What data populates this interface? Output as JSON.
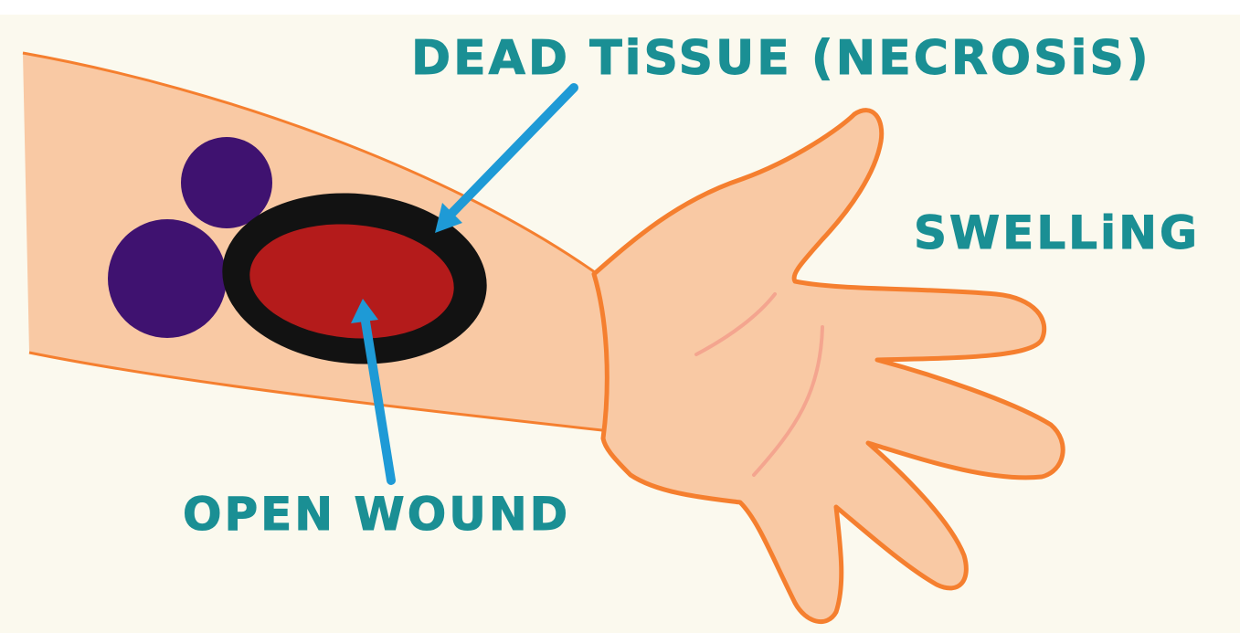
{
  "labels": {
    "necrosis": "DEAD TiSSUE (NECROSiS)",
    "swelling": "SWELLiNG",
    "open_wound": "OPEN WOUND"
  },
  "colors": {
    "background": "#fbf9ee",
    "skin": "#f9c9a4",
    "skin_outline": "#f57f2f",
    "crease": "#f4a58f",
    "wound": "#b41b1b",
    "necrosis_ring": "#121212",
    "bruise": "#3f1270",
    "label_text": "#1a8f94",
    "arrow": "#1e9ad6"
  }
}
